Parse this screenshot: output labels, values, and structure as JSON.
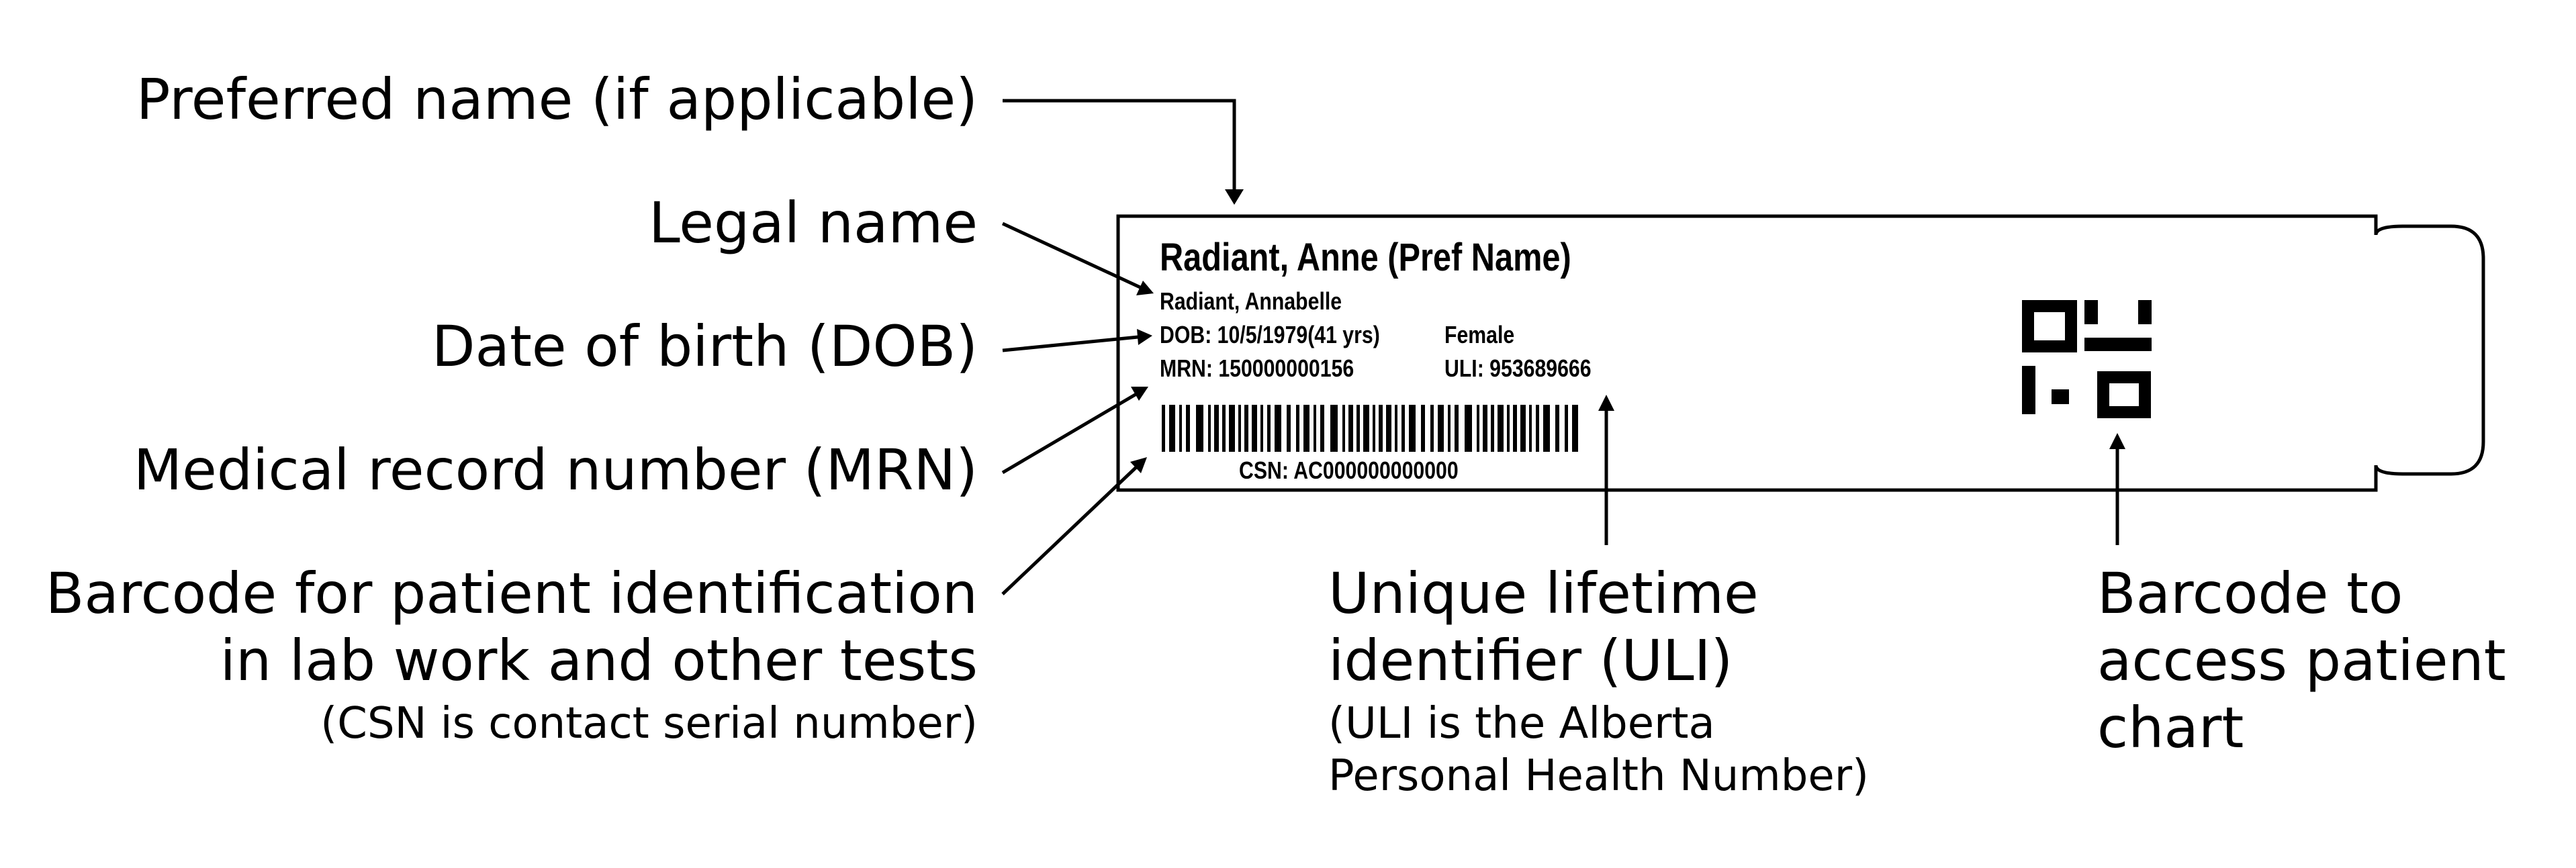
{
  "labels": {
    "preferred_name": "Preferred name (if applicable)",
    "legal_name": "Legal name",
    "dob": "Date of birth (DOB)",
    "mrn": "Medical record number (MRN)",
    "barcode_id_line1": "Barcode for patient identification",
    "barcode_id_line2": "in lab work and other tests",
    "barcode_id_note": "(CSN is contact serial number)",
    "uli_line1": "Unique lifetime",
    "uli_line2": "identifier (ULI)",
    "uli_note_line1": "(ULI is the Alberta",
    "uli_note_line2": "Personal Health Number)",
    "chart_line1": "Barcode to",
    "chart_line2": "access patient",
    "chart_line3": "chart"
  },
  "wristband": {
    "preferred_display": "Radiant, Anne (Pref Name)",
    "legal_name": "Radiant, Annabelle",
    "dob": "DOB: 10/5/1979(41 yrs)",
    "sex": "Female",
    "mrn": "MRN: 150000000156",
    "uli": "ULI: 953689666",
    "csn": "CSN:  AC000000000000"
  },
  "colors": {
    "ink": "#000000",
    "background": "#ffffff"
  },
  "icons": {
    "arrow": "arrow-icon",
    "barcode": "barcode-icon",
    "qr": "qr-code-icon"
  }
}
